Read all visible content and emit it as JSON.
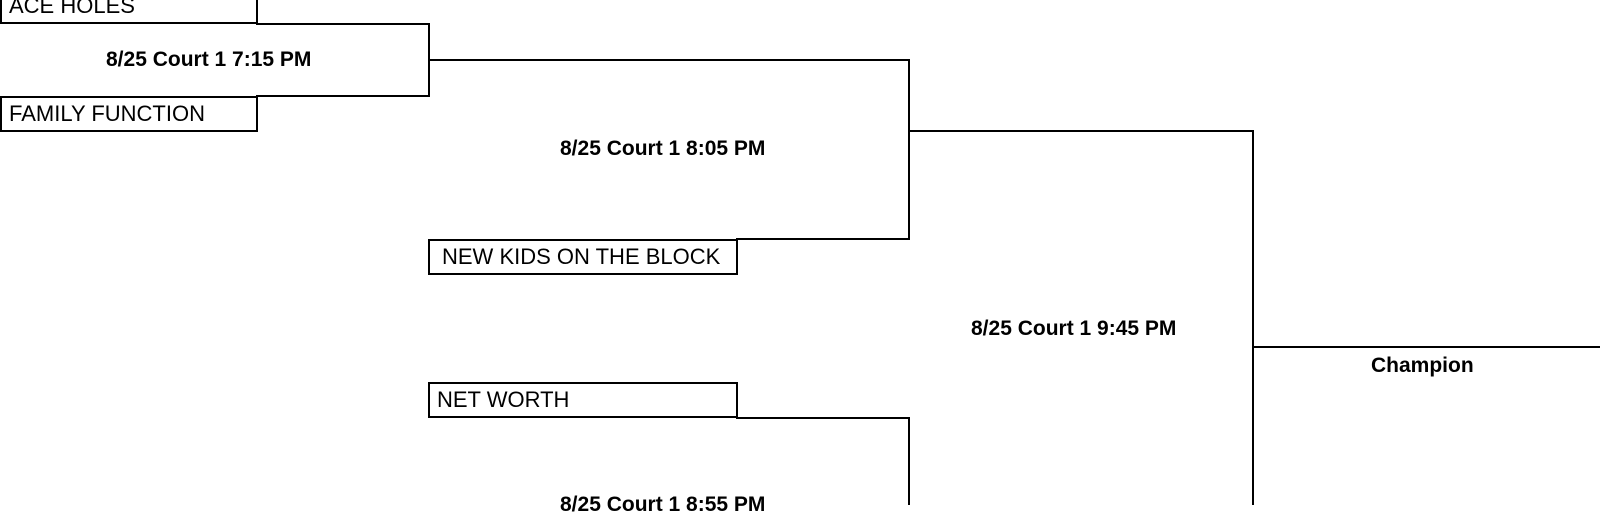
{
  "teams": {
    "ace_holes": "ACE HOLES",
    "family_function": "FAMILY FUNCTION",
    "new_kids": "NEW KIDS ON THE BLOCK",
    "net_worth": "NET WORTH"
  },
  "games": {
    "g1": "8/25 Court 1 7:15 PM",
    "g2": "8/25 Court 1 8:05 PM",
    "g3": "8/25 Court 1 9:45 PM",
    "g4": "8/25 Court 1 8:55 PM"
  },
  "champion_label": "Champion"
}
